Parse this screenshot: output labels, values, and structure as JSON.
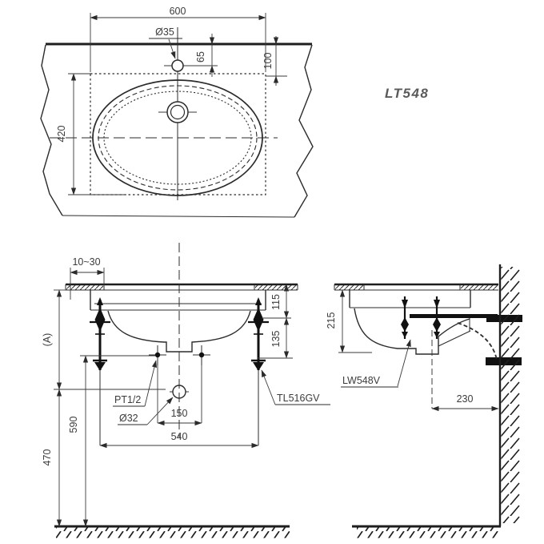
{
  "title": {
    "model": "LT548"
  },
  "plan_view": {
    "dim_width": "600",
    "label_faucet_hole": "Ø35",
    "dim_hole_offset": "65",
    "dim_edge_to_cutout": "100",
    "dim_cutout_depth": "420"
  },
  "front_view": {
    "dim_overhang": "10~30",
    "dim_counter_height": "(A)",
    "dim_rim_drop": "115",
    "dim_supply_drop": "135",
    "label_supply_thread": "PT1/2",
    "label_drain_dia": "Ø32",
    "dim_supply_spacing": "150",
    "dim_bolt_spacing": "540",
    "dim_supply_height": "590",
    "dim_drain_height": "470",
    "label_valve_model": "TL516GV"
  },
  "side_view": {
    "dim_rim_drop": "215",
    "label_basin_model": "LW548V",
    "dim_drain_to_wall": "230"
  },
  "colors": {
    "line": "#2b2b2b",
    "text": "#3c3c3c",
    "model_text": "#5a5a5a",
    "background": "#ffffff"
  }
}
